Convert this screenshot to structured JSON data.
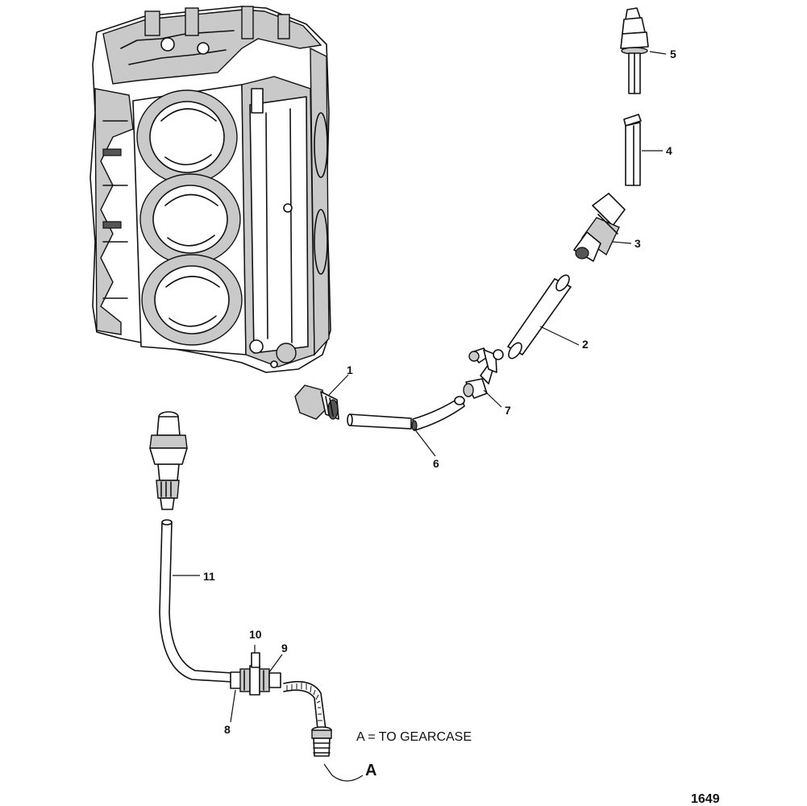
{
  "callouts": {
    "c1": "1",
    "c2": "2",
    "c3": "3",
    "c4": "4",
    "c5": "5",
    "c6": "6",
    "c7": "7",
    "c8": "8",
    "c9": "9",
    "c10": "10",
    "c11": "11"
  },
  "note": "A = TO GEARCASE",
  "marker_a": "A",
  "figure_number": "1649"
}
